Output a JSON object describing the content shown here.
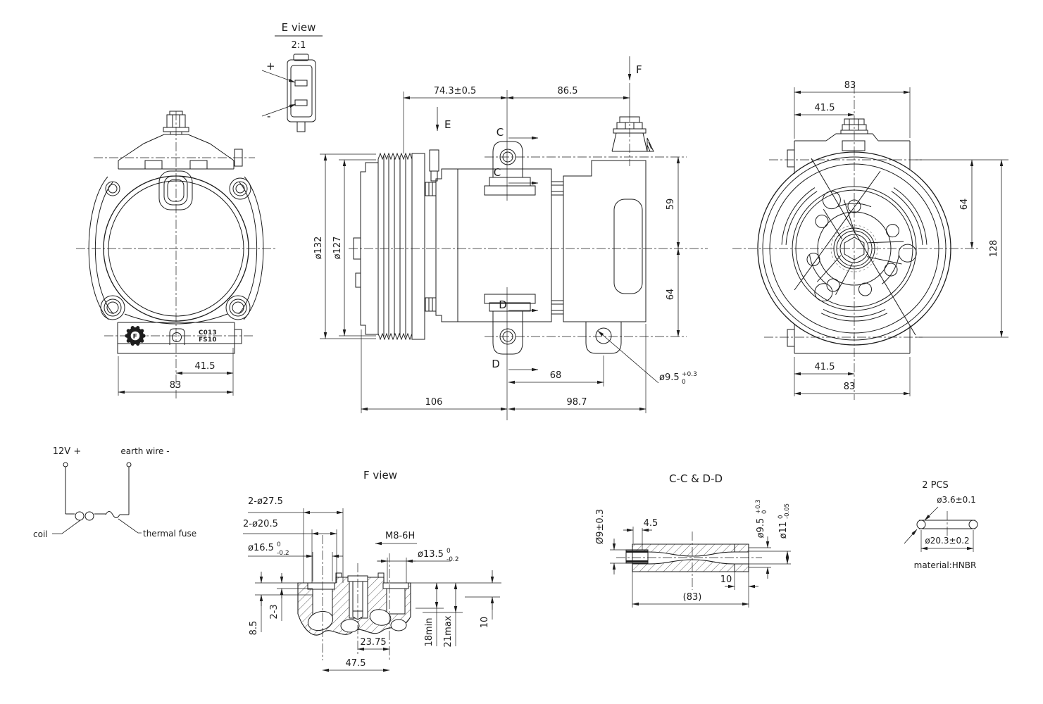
{
  "style": {
    "background": "#ffffff",
    "line_color": "#1d1d1d"
  },
  "e_view": {
    "title": "E view",
    "scale": "2:1",
    "plus_label": "+",
    "minus_label": "-"
  },
  "left_view": {
    "stamp_line1": "C013",
    "stamp_line2": "FS10",
    "hub_letter": "F",
    "dim_half_width": "41.5",
    "dim_width": "83"
  },
  "middle_view": {
    "dim_front_length": "74.3±0.5",
    "dim_rear_length": "86.5",
    "view_f_label": "F",
    "view_e_label": "E",
    "section_c_top": "C",
    "section_c_bottom": "C",
    "section_d_top": "D",
    "section_d_bottom": "D",
    "dia_pulley_outer": "ø132",
    "dia_pulley_inner": "ø127",
    "dim_upper_mount": "59",
    "dim_lower_mount": "64",
    "dim_mount_span": "68",
    "dim_rear_span": "98.7",
    "dim_front_span": "106",
    "dia_mount_hole": {
      "main": "ø9.5",
      "upper": "+0.3",
      "lower": "0"
    }
  },
  "right_view": {
    "dim_width_top": "83",
    "dim_half_width_top": "41.5",
    "dim_center_height": "64",
    "dim_total_height": "128",
    "dim_half_width_bottom": "41.5",
    "dim_width_bottom": "83"
  },
  "wiring": {
    "supply_label": "12V +",
    "earth_label": "earth wire -",
    "coil_label": "coil",
    "fuse_label": "thermal fuse"
  },
  "f_view": {
    "title": "F view",
    "dim_bore_outer": "2-ø27.5",
    "dim_bore_mid": "2-ø20.5",
    "dia_bore_small": {
      "main": "ø16.5",
      "upper": "0",
      "lower": "-0.2"
    },
    "thread_spec": "M8-6H",
    "dia_hole": {
      "main": "ø13.5",
      "upper": "0",
      "lower": "-0.2"
    },
    "dim_depth": "8.5",
    "dim_step": "2-3",
    "dim_bolt_offset": "23.75",
    "dim_hole_span": "47.5",
    "dim_thread_min": "18min",
    "dim_thread_max": "21max",
    "dim_boss": "10"
  },
  "section_cd": {
    "title": "C-C & D-D",
    "dia_stub": "Ø9±0.3",
    "dim_stub_len": "4.5",
    "dia_bore": {
      "main": "ø9.5",
      "upper": "+0.3",
      "lower": "0"
    },
    "dia_outer": {
      "main": "ø11",
      "upper": "0",
      "lower": "-0.05"
    },
    "dim_end": "10",
    "dim_length": "(83)"
  },
  "oring": {
    "qty": "2 PCS",
    "dia_cross_section": "ø3.6±0.1",
    "dia_ring": "ø20.3±0.2",
    "material": "material:HNBR"
  }
}
